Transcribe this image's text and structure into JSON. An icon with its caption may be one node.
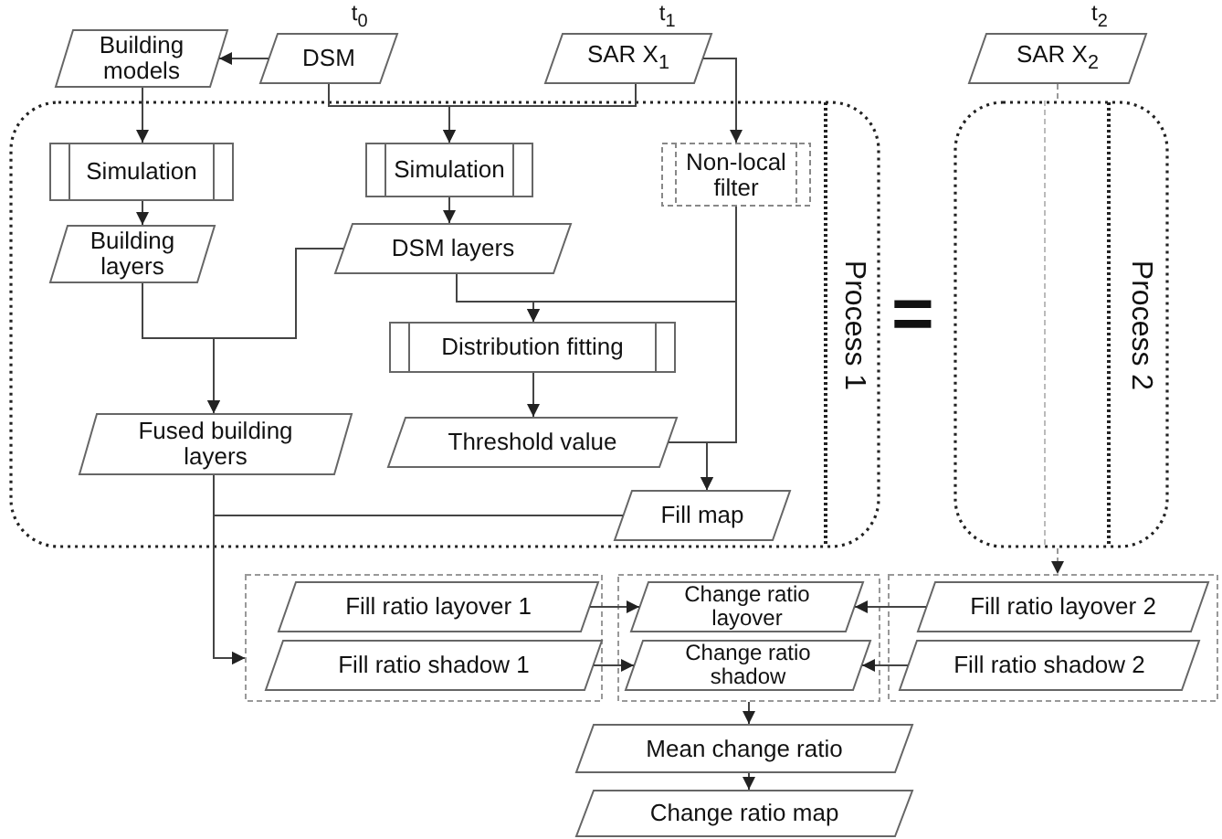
{
  "diagram": {
    "nodes": [
      {
        "text": [
          "Building models"
        ]
      },
      {
        "text": [
          "DSM"
        ],
        "beside": [
          "t$_{0}$"
        ]
      },
      {
        "text": [
          "SAR X$_{1}$"
        ],
        "beside": [
          "t$_{1}$"
        ]
      },
      {
        "text": [
          "SAR X$_{2}$"
        ],
        "beside": [
          "t$_{2}$"
        ]
      },
      {
        "text": [
          "Process 1"
        ]
      },
      {
        "text": [
          "Simulation"
        ],
        "in": 4
      },
      {
        "text": [
          "Simulation"
        ],
        "in": 4
      },
      {
        "text": [
          "Non-local filter"
        ],
        "in": 4
      },
      {
        "text": [
          "Building layers"
        ],
        "in": 4
      },
      {
        "text": [
          "DSM layers"
        ],
        "in": 4
      },
      {
        "text": [
          "Distribution fitting"
        ],
        "in": 4
      },
      {
        "text": [
          "Fused building layers"
        ],
        "in": 4
      },
      {
        "text": [
          "Threshold value"
        ],
        "in": 4
      },
      {
        "text": [
          "Fill map"
        ],
        "in": 4
      },
      {
        "text": [
          "Process 2"
        ]
      },
      {
        "text": [],
        "shape": "box"
      },
      {
        "text": [
          "Fill ratio layover 1"
        ],
        "in": 15
      },
      {
        "text": [
          "Fill ratio shadow 1"
        ],
        "in": 15
      },
      {
        "text": [],
        "shape": "box"
      },
      {
        "text": [
          "Change ratio layover"
        ],
        "in": 18
      },
      {
        "text": [
          "Change ratio shadow"
        ],
        "in": 18
      },
      {
        "text": [],
        "shape": "box"
      },
      {
        "text": [
          "Fill ratio layover 2"
        ],
        "in": 21
      },
      {
        "text": [
          "Fill ratio shadow 2"
        ],
        "in": 21
      },
      {
        "text": [
          "Mean change ratio"
        ]
      },
      {
        "text": [
          "Change ratio map"
        ]
      }
    ],
    "edges": [
      {
        "from": 1,
        "to": 0,
        "arrow": "to"
      },
      {
        "from": 1,
        "to": 6,
        "arrow": "to"
      },
      {
        "from": 2,
        "to": 6,
        "arrow": "to"
      },
      {
        "from": 2,
        "to": 7,
        "arrow": "to"
      },
      {
        "from": 0,
        "to": 5,
        "arrow": "to"
      },
      {
        "from": 5,
        "to": 8,
        "arrow": "to"
      },
      {
        "from": 6,
        "to": 9,
        "arrow": "to"
      },
      {
        "from": 8,
        "to": 11,
        "arrow": "to"
      },
      {
        "from": 9,
        "to": 11,
        "arrow": "to"
      },
      {
        "from": 9,
        "to": 10,
        "arrow": "to"
      },
      {
        "from": 7,
        "to": 10,
        "arrow": "to"
      },
      {
        "from": 10,
        "to": 12,
        "arrow": "to"
      },
      {
        "from": 12,
        "to": 13,
        "arrow": "to"
      },
      {
        "from": 7,
        "to": 13,
        "arrow": "to"
      },
      {
        "from": 11,
        "to": 15,
        "arrow": "to"
      },
      {
        "from": 13,
        "to": 15,
        "arrow": "to"
      },
      {
        "from": 16,
        "to": 19,
        "arrow": "to"
      },
      {
        "from": 17,
        "to": 20,
        "arrow": "to"
      },
      {
        "from": 22,
        "to": 19,
        "arrow": "to"
      },
      {
        "from": 23,
        "to": 20,
        "arrow": "to"
      },
      {
        "from": 18,
        "to": 24,
        "arrow": "to"
      },
      {
        "from": 24,
        "to": 25,
        "arrow": "to"
      },
      {
        "from": 3,
        "to": 14,
        "arrow": "none",
        "style": "dashed",
        "color": "#999999"
      },
      {
        "from": 14,
        "to": 21,
        "arrow": "to",
        "style": "dashed",
        "color": "#999999"
      }
    ],
    "labels": [
      "="
    ]
  }
}
